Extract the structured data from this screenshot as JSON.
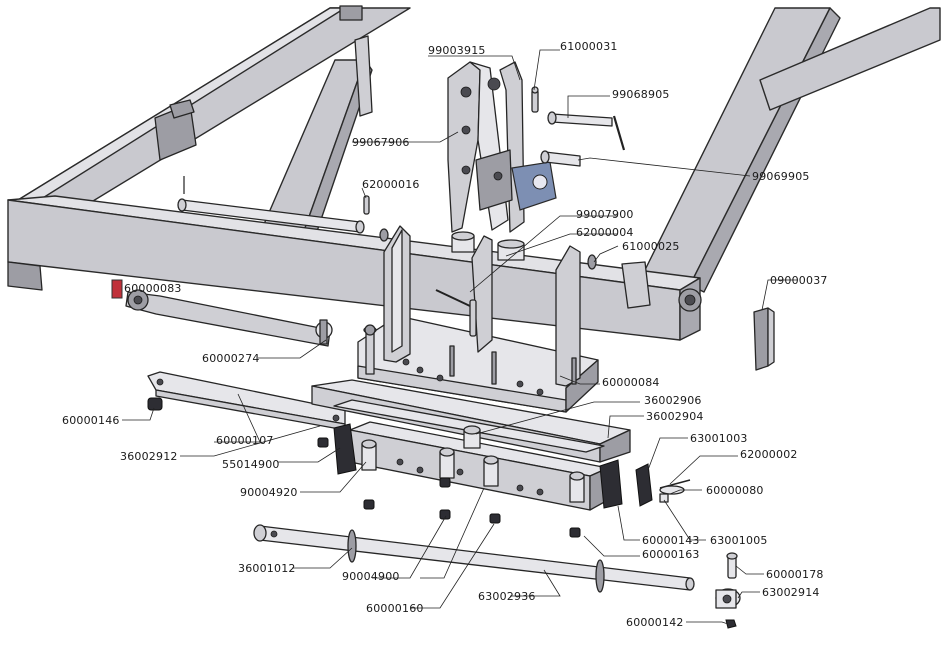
{
  "labels": [
    {
      "key": "l99003915",
      "text": "99003915"
    },
    {
      "key": "l61000031",
      "text": "61000031"
    },
    {
      "key": "l99068905",
      "text": "99068905"
    },
    {
      "key": "l99067906",
      "text": "99067906"
    },
    {
      "key": "l99069905",
      "text": "99069905"
    },
    {
      "key": "l62000016",
      "text": "62000016"
    },
    {
      "key": "l99007900",
      "text": "99007900"
    },
    {
      "key": "l62000004",
      "text": "62000004"
    },
    {
      "key": "l61000025",
      "text": "61000025"
    },
    {
      "key": "l09000037",
      "text": "09000037"
    },
    {
      "key": "l60000274",
      "text": "60000274"
    },
    {
      "key": "l60000084",
      "text": "60000084"
    },
    {
      "key": "l36002906",
      "text": "36002906"
    },
    {
      "key": "l36002904",
      "text": "36002904"
    },
    {
      "key": "l60000146",
      "text": "60000146"
    },
    {
      "key": "l60000107",
      "text": "60000107"
    },
    {
      "key": "l36002912",
      "text": "36002912"
    },
    {
      "key": "l55014900",
      "text": "55014900"
    },
    {
      "key": "l63001003",
      "text": "63001003"
    },
    {
      "key": "l62000002",
      "text": "62000002"
    },
    {
      "key": "l60000080",
      "text": "60000080"
    },
    {
      "key": "l90004920",
      "text": "90004920"
    },
    {
      "key": "l63001005",
      "text": "63001005"
    },
    {
      "key": "l60000143",
      "text": "60000143"
    },
    {
      "key": "l60000163",
      "text": "60000163"
    },
    {
      "key": "l36001012",
      "text": "36001012"
    },
    {
      "key": "l90004900",
      "text": "90004900"
    },
    {
      "key": "l60000178",
      "text": "60000178"
    },
    {
      "key": "l63002914",
      "text": "63002914"
    },
    {
      "key": "l63002936",
      "text": "63002936"
    },
    {
      "key": "l60000160",
      "text": "60000160"
    },
    {
      "key": "l60000142",
      "text": "60000142"
    },
    {
      "key": "l60000083",
      "text": "60000083"
    }
  ]
}
